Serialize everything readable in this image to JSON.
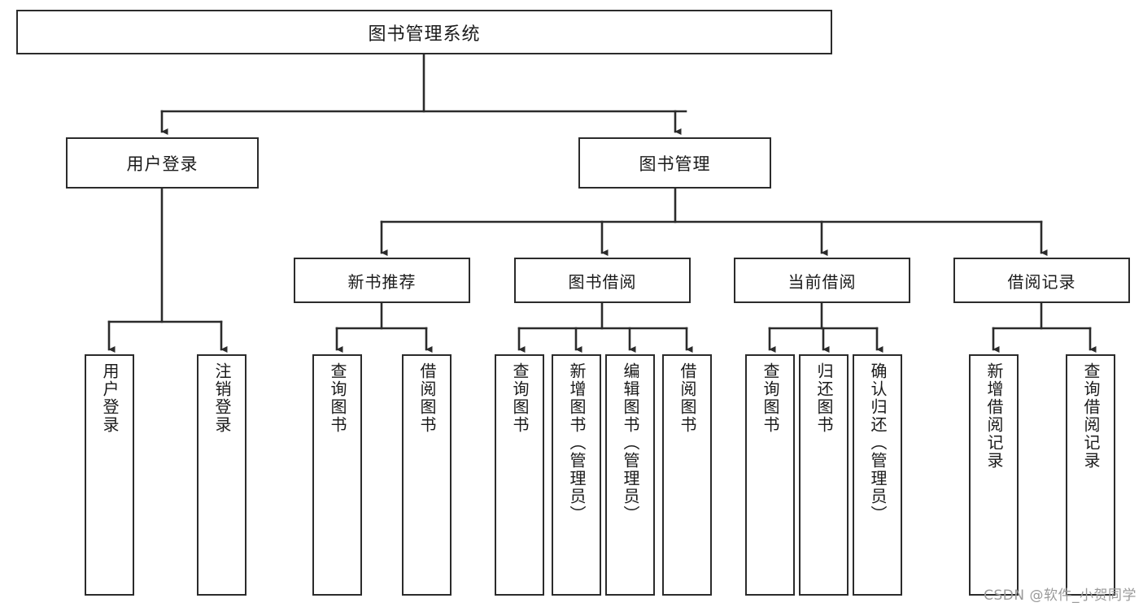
{
  "diagram": {
    "title": "图书管理系统",
    "watermark": "CSDN @软件_小贺同学",
    "line_color": "#2b2b2b",
    "box_fill": "#ffffff",
    "text_color": "#1a1a1a",
    "watermark_color": "#9a9a9a",
    "root": {
      "label": "图书管理系统"
    },
    "level2": [
      {
        "label": "用户登录"
      },
      {
        "label": "图书管理"
      }
    ],
    "level3": [
      {
        "label": "新书推荐"
      },
      {
        "label": "图书借阅"
      },
      {
        "label": "当前借阅"
      },
      {
        "label": "借阅记录"
      }
    ],
    "leaves": {
      "user_login": [
        {
          "label": "用户登录"
        },
        {
          "label": "注销登录"
        }
      ],
      "new_book_recommend": [
        {
          "label": "查询图书"
        },
        {
          "label": "借阅图书"
        }
      ],
      "book_borrow": [
        {
          "label": "查询图书"
        },
        {
          "label": "新增图书（管理员）"
        },
        {
          "label": "编辑图书（管理员）"
        },
        {
          "label": "借阅图书"
        }
      ],
      "current_borrow": [
        {
          "label": "查询图书"
        },
        {
          "label": "归还图书"
        },
        {
          "label": "确认归还（管理员）"
        }
      ],
      "borrow_record": [
        {
          "label": "新增借阅记录"
        },
        {
          "label": "查询借阅记录"
        }
      ]
    }
  }
}
